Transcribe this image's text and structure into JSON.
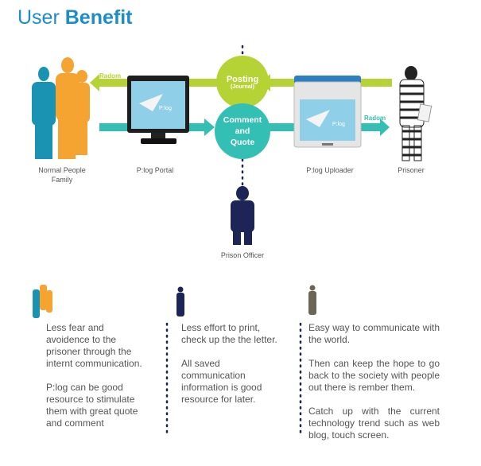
{
  "title": {
    "light": "User",
    "bold": "Benefit"
  },
  "colors": {
    "lime": "#b5d334",
    "teal": "#34bfb4",
    "navy": "#1d2557",
    "blue": "#1b8dc9",
    "orange": "#f5a431"
  },
  "diagram": {
    "posting": {
      "title": "Posting",
      "sub": "(Journal)"
    },
    "comment": {
      "l1": "Comment",
      "l2": "and",
      "l3": "Quote"
    },
    "radom_left": "Radom",
    "radom_right": "Radom",
    "screen_logo": "P:log",
    "labels": {
      "family1": "Normal People",
      "family2": "Family",
      "portal": "P:log Portal",
      "uploader": "P:log Uploader",
      "prisoner": "Prisoner",
      "officer": "Prison Officer"
    }
  },
  "benefits": [
    {
      "paras": [
        "Less fear and avoidence to the prisoner  through the internt communication.",
        "P:log can be good resource to stimulate them with great quote and comment"
      ]
    },
    {
      "paras": [
        "Less effort to print, check up the the letter.",
        "All saved communication information is good resource for later."
      ]
    },
    {
      "paras": [
        "Easy way to communicate with the world.",
        "Then can keep the hope to go back to the society with people out there is rember them.",
        "Catch up with the current technology trend such as web blog, touch screen."
      ]
    }
  ]
}
